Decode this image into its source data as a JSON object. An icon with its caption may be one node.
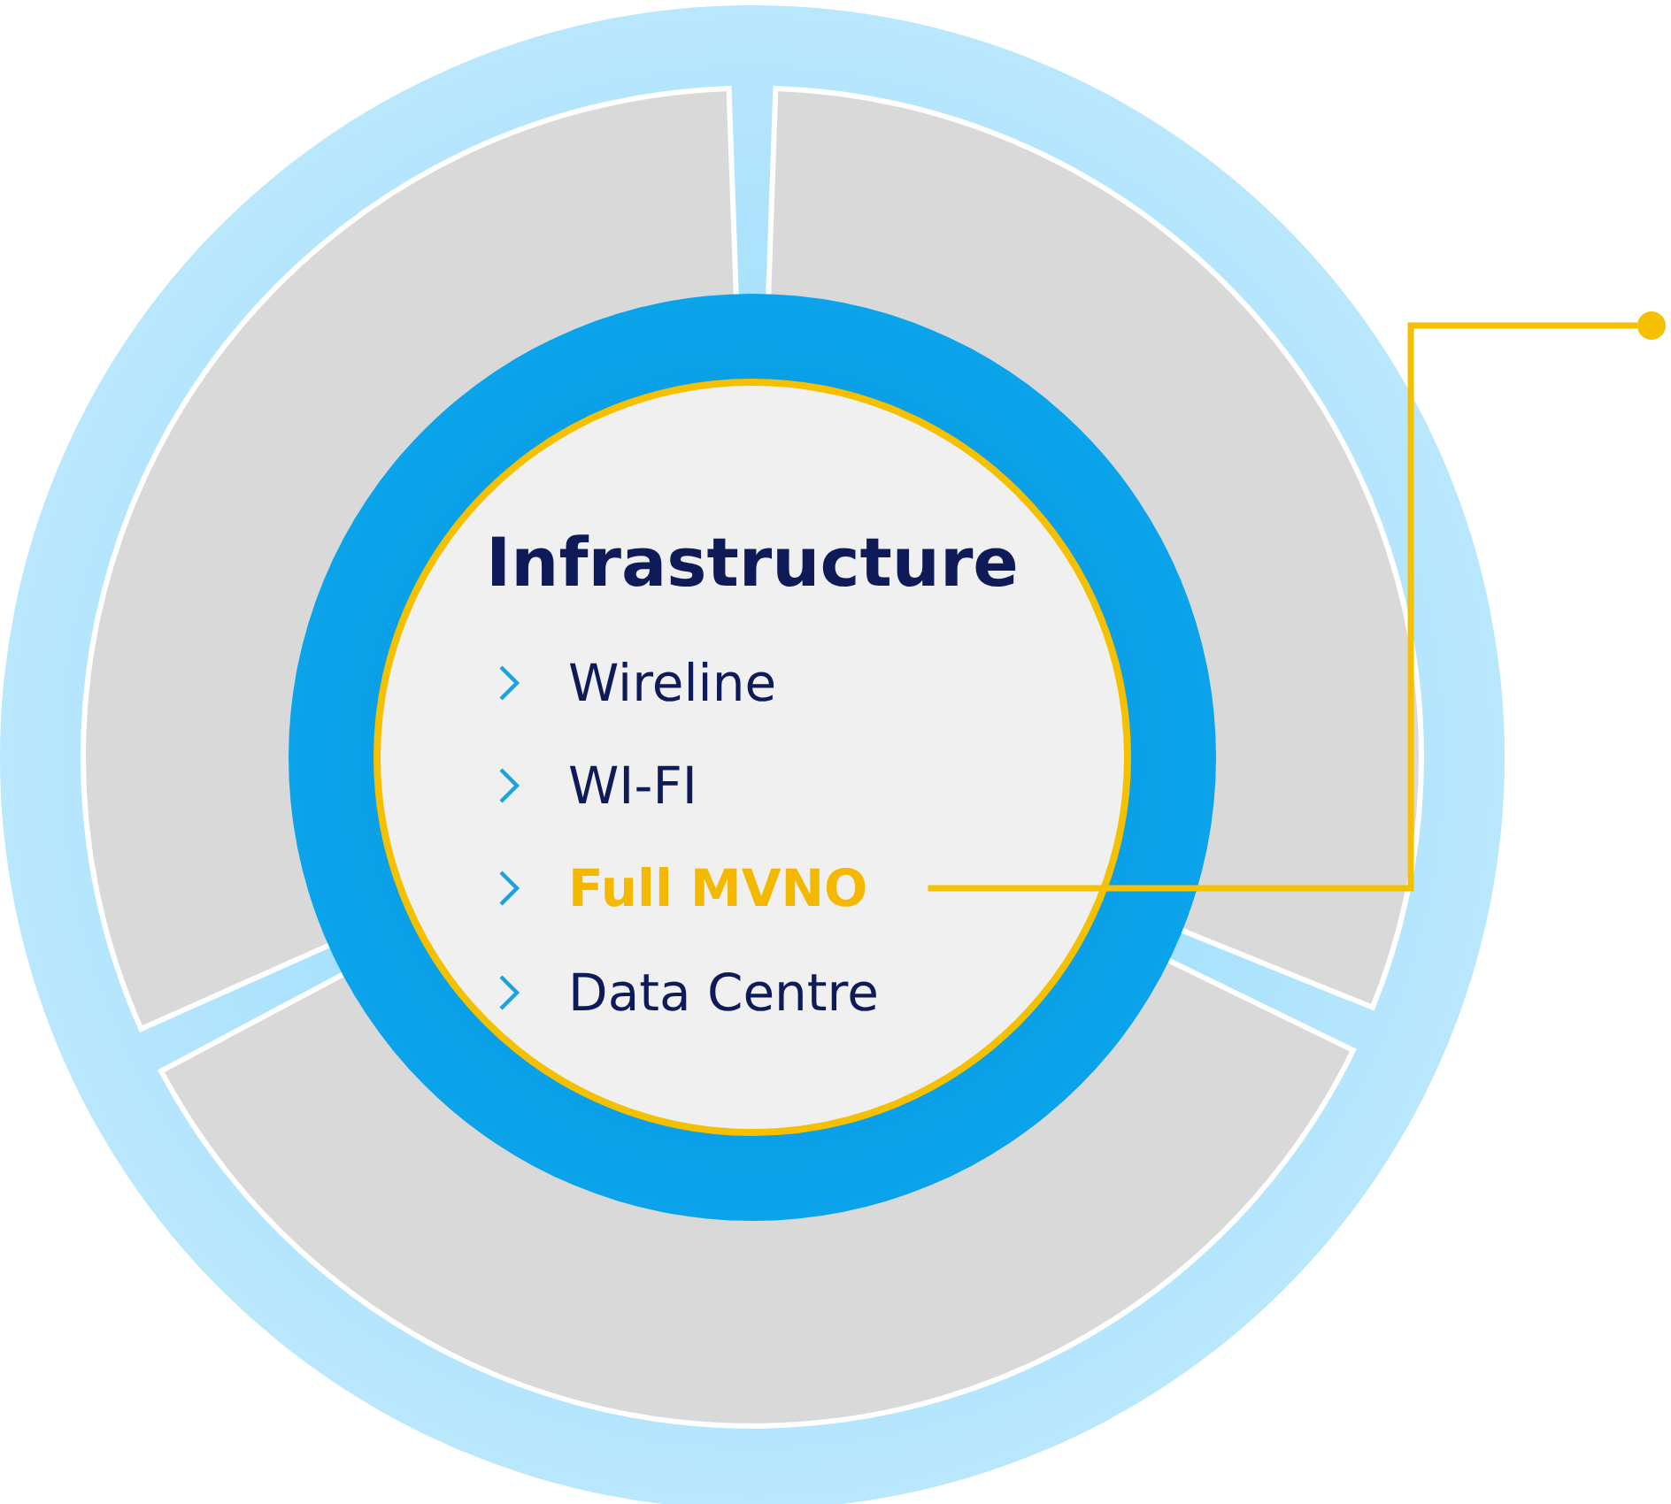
{
  "diagram": {
    "nodes": [
      {
        "text": [],
        "shape": "arc"
      },
      {
        "text": [],
        "shape": "arc"
      },
      {
        "text": [],
        "shape": "arc"
      },
      {
        "text": [
          "Infrastructure"
        ]
      },
      {
        "text": [
          "Wireline"
        ],
        "in": 3
      },
      {
        "text": [
          "WI-FI"
        ],
        "in": 3
      },
      {
        "text": [
          "Full MVNO"
        ],
        "in": 3
      },
      {
        "text": [
          "Data Centre"
        ],
        "in": 3
      },
      {
        "text": [],
        "shape": "circle"
      }
    ],
    "edges": [
      {
        "from": 6,
        "to": 8,
        "arrow": "none"
      }
    ]
  }
}
